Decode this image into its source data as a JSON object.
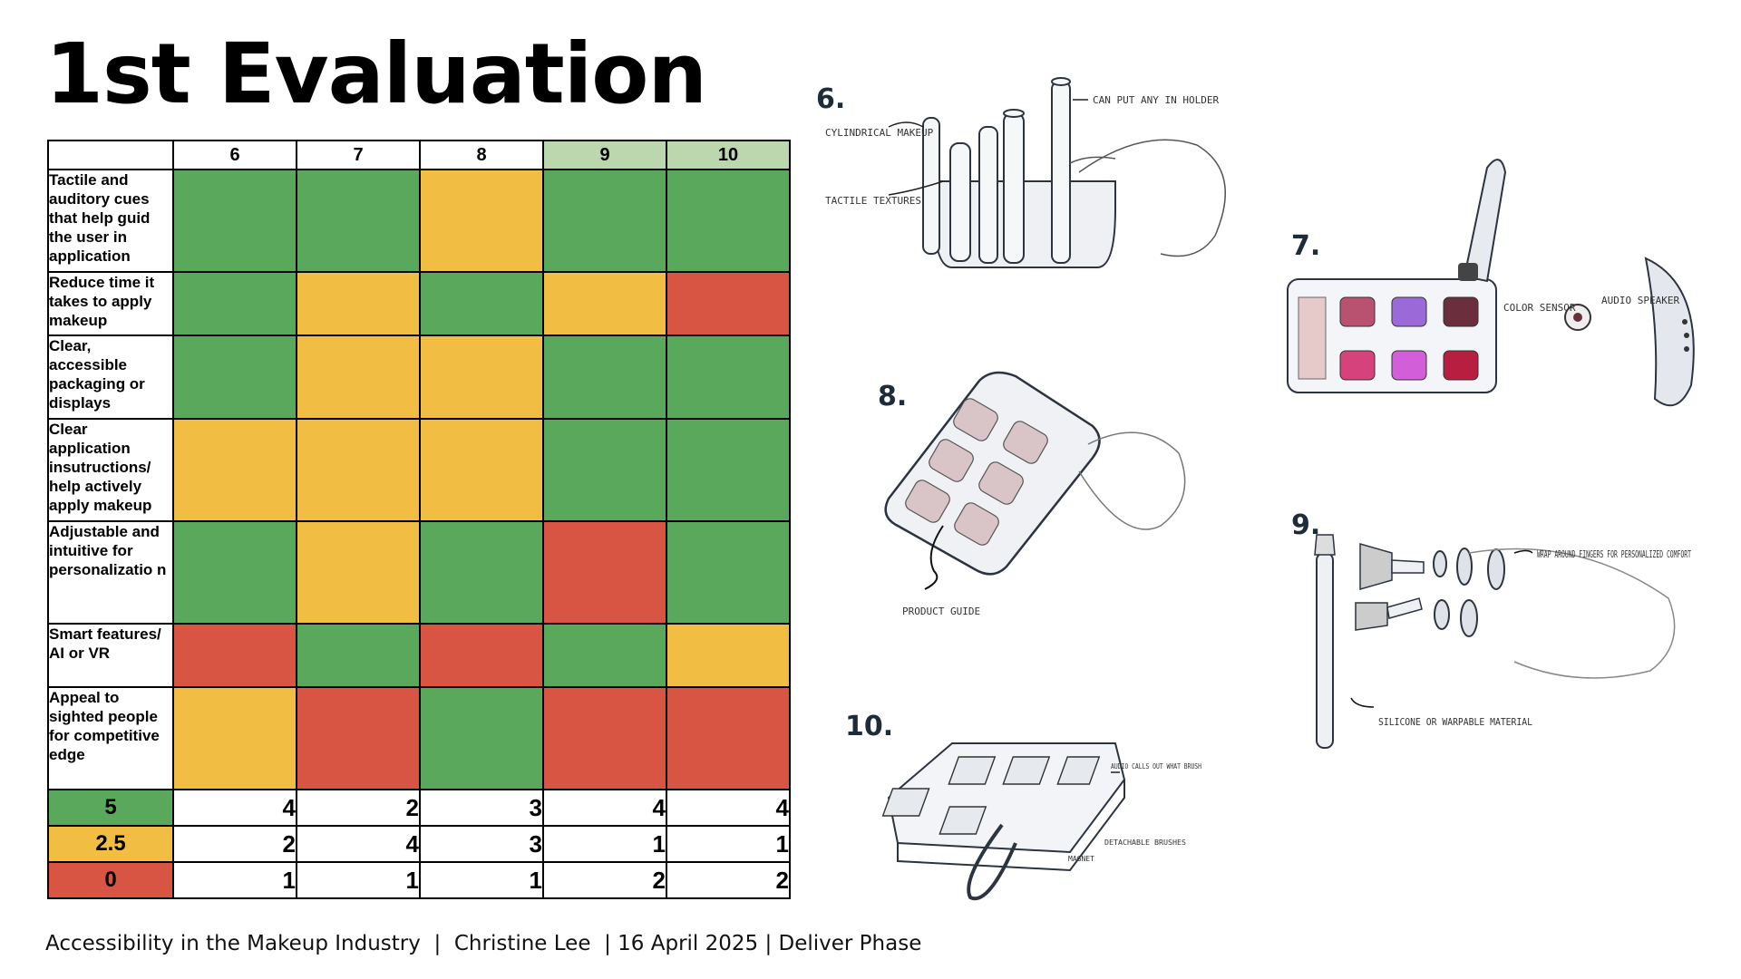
{
  "title": "1st Evaluation",
  "table": {
    "columns": [
      "6",
      "7",
      "8",
      "9",
      "10"
    ],
    "rows": [
      {
        "label": "Tactile and auditory cues that help guid the user in application",
        "colors": [
          "green",
          "green",
          "yellow",
          "green",
          "green"
        ]
      },
      {
        "label": "Reduce time it takes to apply makeup",
        "colors": [
          "green",
          "yellow",
          "green",
          "yellow",
          "red"
        ]
      },
      {
        "label": "Clear, accessible packaging or displays",
        "colors": [
          "green",
          "yellow",
          "yellow",
          "green",
          "green"
        ]
      },
      {
        "label": "Clear application insutructions/ help actively apply makeup",
        "colors": [
          "yellow",
          "yellow",
          "yellow",
          "green",
          "green"
        ]
      },
      {
        "label": "Adjustable and intuitive for personalizatio n",
        "colors": [
          "green",
          "yellow",
          "green",
          "red",
          "green"
        ]
      },
      {
        "label": "Smart features/ AI or VR",
        "colors": [
          "red",
          "green",
          "red",
          "green",
          "yellow"
        ]
      },
      {
        "label": "Appeal to sighted people for competitive edge",
        "colors": [
          "yellow",
          "red",
          "green",
          "red",
          "red"
        ]
      }
    ],
    "scores": [
      {
        "key": "5",
        "color": "green",
        "counts": [
          "4",
          "2",
          "3",
          "4",
          "4"
        ]
      },
      {
        "key": "2.5",
        "color": "yellow",
        "counts": [
          "2",
          "4",
          "3",
          "1",
          "1"
        ]
      },
      {
        "key": "0",
        "color": "red",
        "counts": [
          "1",
          "1",
          "1",
          "2",
          "2"
        ]
      }
    ]
  },
  "colors": {
    "green": "#5aa85c",
    "yellow": "#f1bd43",
    "red": "#d85443",
    "header_highlight": "#bcd7ad"
  },
  "sketches": {
    "s6": {
      "number": "6.",
      "notes": [
        "CAN PUT ANY IN HOLDER",
        "CYLINDRICAL MAKEUP",
        "TACTILE TEXTURES"
      ]
    },
    "s7": {
      "number": "7.",
      "notes": [
        "COLOR SENSOR",
        "AUDIO SPEAKER"
      ]
    },
    "s8": {
      "number": "8.",
      "notes": [
        "PRODUCT GUIDE"
      ]
    },
    "s9": {
      "number": "9.",
      "notes": [
        "WRAP AROUND FINGERS FOR PERSONALIZED COMFORT",
        "SILICONE OR WARPABLE MATERIAL"
      ]
    },
    "s10": {
      "number": "10.",
      "notes": [
        "AUDIO CALLS OUT WHAT BRUSH",
        "DETACHABLE BRUSHES",
        "MAGNET"
      ]
    }
  },
  "footer": "Accessibility in the Makeup Industry  |  Christine Lee  | 16 April 2025 | Deliver Phase"
}
